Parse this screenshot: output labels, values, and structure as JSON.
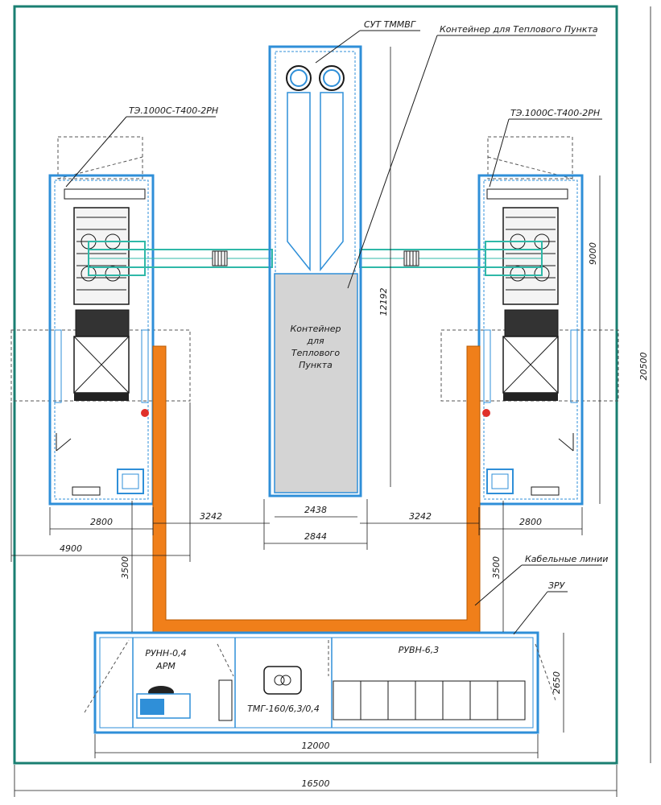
{
  "labels": {
    "heat_unit": "СУТ ТММВГ",
    "container_callout": "Контейнер для Теплового Пункта",
    "container_inner": [
      "Контейнер",
      "для",
      "Теплового",
      "Пункта"
    ],
    "gen_left": "ТЭ.1000С-Т400-2РН",
    "gen_right": "ТЭ.1000С-Т400-2РН",
    "cable_lines": "Кабельные линии",
    "zru": "ЗРУ",
    "runn": "РУНН-0,4",
    "arm": "АРМ",
    "ruvn": "РУВН-6,3",
    "transformer": "ТМГ-160/6,3/0,4"
  },
  "dimensions": {
    "d_2800_left": "2800",
    "d_4900": "4900",
    "d_3242_left": "3242",
    "d_2438": "2438",
    "d_2844": "2844",
    "d_3242_right": "3242",
    "d_2800_right": "2800",
    "d_12192": "12192",
    "d_9000": "9000",
    "d_20500": "20500",
    "d_3500_left": "3500",
    "d_3500_right": "3500",
    "d_2650": "2650",
    "d_12000": "12000",
    "d_16500": "16500"
  },
  "colors": {
    "frame": "#1a7f72",
    "container_outline": "#2f8fd8",
    "cable": "#f07f1a",
    "pipe": "#2fb8a8",
    "container_fill": "#d4d4d4",
    "line": "#1a1a1a"
  }
}
